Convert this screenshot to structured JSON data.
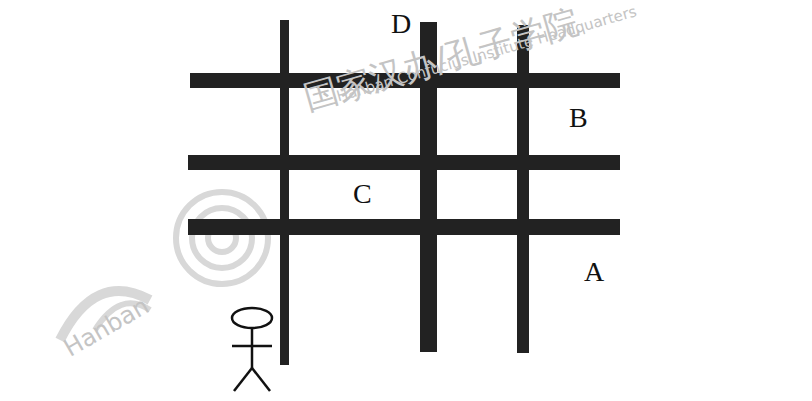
{
  "diagram": {
    "labels": [
      "D",
      "B",
      "C",
      "A",
      "国家汉办/孔子学院",
      "Hanban Confucius Institute Headquarters",
      "Hanban"
    ]
  }
}
